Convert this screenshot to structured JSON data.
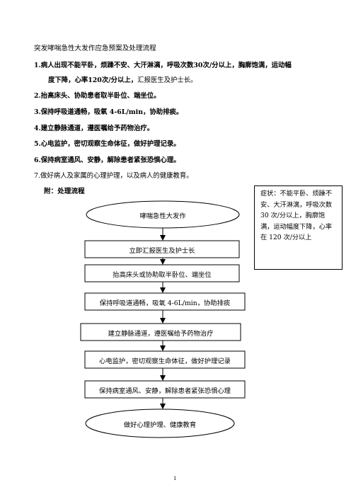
{
  "title": "突发哮喘急性大发作应急预案及处理流程",
  "items": {
    "item1_line1": "1.病人出现不能平卧，烦躁不安、大汗淋漓，呼吸次数30次/分以上，胸廓饱满，运动幅",
    "item1_line2_bold": "度下降，心率120次/分以上，",
    "item1_line2_normal": "汇报医生及护士长。",
    "item2": "2.抬高床头、协助患者取半卧位、端坐位。",
    "item3": "3.保持呼吸道通畅，吸氧 4-6L/min，协助排痰。",
    "item4": "4.建立静脉通道，遵医嘱给予药物治疗。",
    "item5": "5.心电监护，密切观察生命体征，做好护理记录。",
    "item6": "6.保持病室通风、安静，解除患者紧张恐惧心理。",
    "item7": "7.做好病人及家属的心理护理，以及病人的健康教育。"
  },
  "appendix_label": "附：处理流程",
  "symptom_box": "症状：不能平卧、烦躁不安、大汗淋漓，呼吸次数 30 次/分以上，胸廓饱满，运动幅度下降，心率在 120 次/分以上",
  "flow": {
    "n1": "哮喘急性大发作",
    "n2": "立即汇报医生及护士长",
    "n3": "抬高床头或协助取半卧位、端坐位",
    "n4": "保持呼吸道通畅，吸氧 4-6L/min，协助排痰",
    "n5": "建立静脉通道，遵医嘱给予药物治疗",
    "n6": "心电监护，密切观察生命体征，做好护理记录",
    "n7": "保持病室通风、安静，解除患者紧张恐惧心理",
    "n8": "做好心理护理、健康教育"
  },
  "page_number": "1"
}
